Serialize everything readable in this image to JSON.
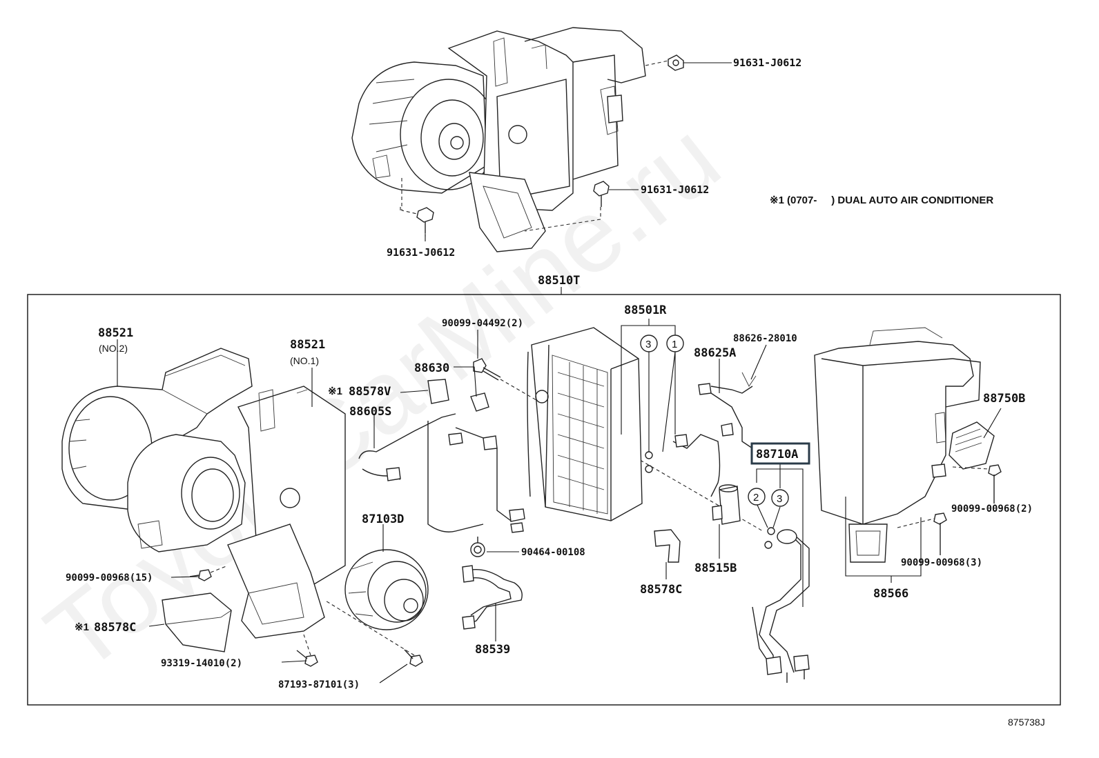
{
  "watermark": "ToyotaCarMine.ru",
  "note": {
    "mark": "※1",
    "text": "(0707-     ) DUAL AUTO AIR CONDITIONER"
  },
  "diagram_id": "875738J",
  "assembly_label": "88510T",
  "highlighted_part": "88710A",
  "callouts": {
    "c1": "1",
    "c2": "2",
    "c3a": "3",
    "c3b": "3"
  },
  "labels": {
    "bolt_top_right": "91631-J0612",
    "bolt_mid_right": "91631-J0612",
    "bolt_bottom_left": "91631-J0612",
    "case_no2": "88521",
    "case_no2_sub": "(NO.2)",
    "case_no1": "88521",
    "case_no1_sub": "(NO.1)",
    "screw_04492": "90099-04492(2)",
    "clip_88630": "88630",
    "mark_88578v": "※1",
    "part_88578v": "88578V",
    "harness_88605s": "88605S",
    "evaporator": "88501R",
    "thermistor": "88626-28010",
    "sensor_88625a": "88625A",
    "valve_88710a": "88710A",
    "case_88750b": "88750B",
    "screw_00968_2": "90099-00968(2)",
    "screw_00968_3": "90099-00968(3)",
    "case_88566": "88566",
    "motor_87103d": "87103D",
    "clamp_00108": "90464-00108",
    "hose_88539": "88539",
    "valve_88515b": "88515B",
    "bracket_88578c": "88578C",
    "screw_00968_15": "90099-00968(15)",
    "mark_88578c": "※1",
    "part_88578c": "88578C",
    "screw_14010": "93319-14010(2)",
    "screw_87101": "87193-87101(3)"
  }
}
